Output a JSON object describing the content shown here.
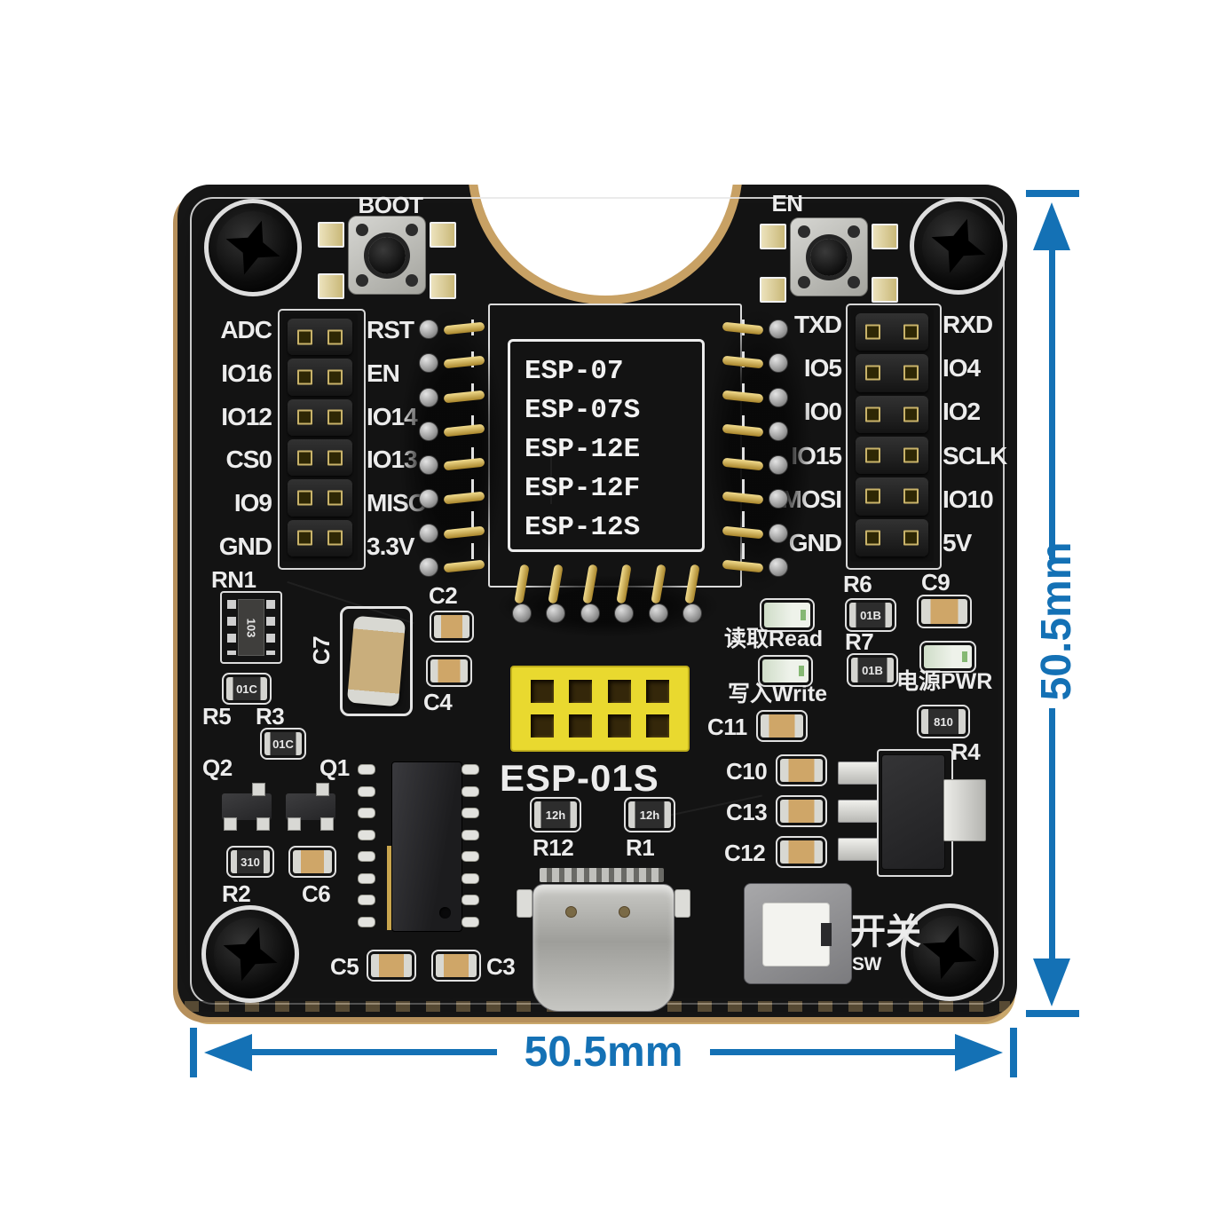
{
  "annotations": {
    "board_width": "50.5mm",
    "board_height": "50.5mm"
  },
  "silkscreen": {
    "boot_button": "BOOT",
    "en_button": "EN",
    "left_header_left": [
      "ADC",
      "IO16",
      "IO12",
      "CS0",
      "IO9",
      "GND"
    ],
    "left_header_right": [
      "RST",
      "EN",
      "IO14",
      "IO13",
      "MISO",
      "3.3V"
    ],
    "right_header_left": [
      "TXD",
      "IO5",
      "IO0",
      "IO15",
      "MOSI",
      "GND"
    ],
    "right_header_right": [
      "RXD",
      "IO4",
      "IO2",
      "SCLK",
      "IO10",
      "5V"
    ],
    "supported_modules": [
      "ESP-07",
      "ESP-07S",
      "ESP-12E",
      "ESP-12F",
      "ESP-12S"
    ],
    "socket_label": "ESP-01S",
    "read_led_label": "读取Read",
    "write_led_label": "写入Write",
    "power_led_label": "电源PWR",
    "switch_label_cn": "开关",
    "switch_label_en": "SW",
    "refs": {
      "rn1": "RN1",
      "c7": "C7",
      "c2": "C2",
      "c4": "C4",
      "r5": "R5",
      "r3": "R3",
      "q2": "Q2",
      "q1": "Q1",
      "r2": "R2",
      "c6": "C6",
      "c5": "C5",
      "c3": "C3",
      "r12": "R12",
      "r1": "R1",
      "c11": "C11",
      "c10": "C10",
      "c13": "C13",
      "c12": "C12",
      "r6": "R6",
      "r7": "R7",
      "c9": "C9",
      "r4": "R4"
    }
  },
  "component_markings": {
    "rn1": "103",
    "r5": "01C",
    "r3": "01C",
    "r2": "310",
    "r6": "01B",
    "r7": "01B",
    "r4": "810",
    "r12": "12h",
    "r1": "12h"
  },
  "colors": {
    "dimension_blue": "#1471b5",
    "board_black": "#131313",
    "silkscreen_white": "#ececec",
    "socket_yellow": "#e9d92f",
    "pcb_edge_tan": "#c8a164"
  }
}
